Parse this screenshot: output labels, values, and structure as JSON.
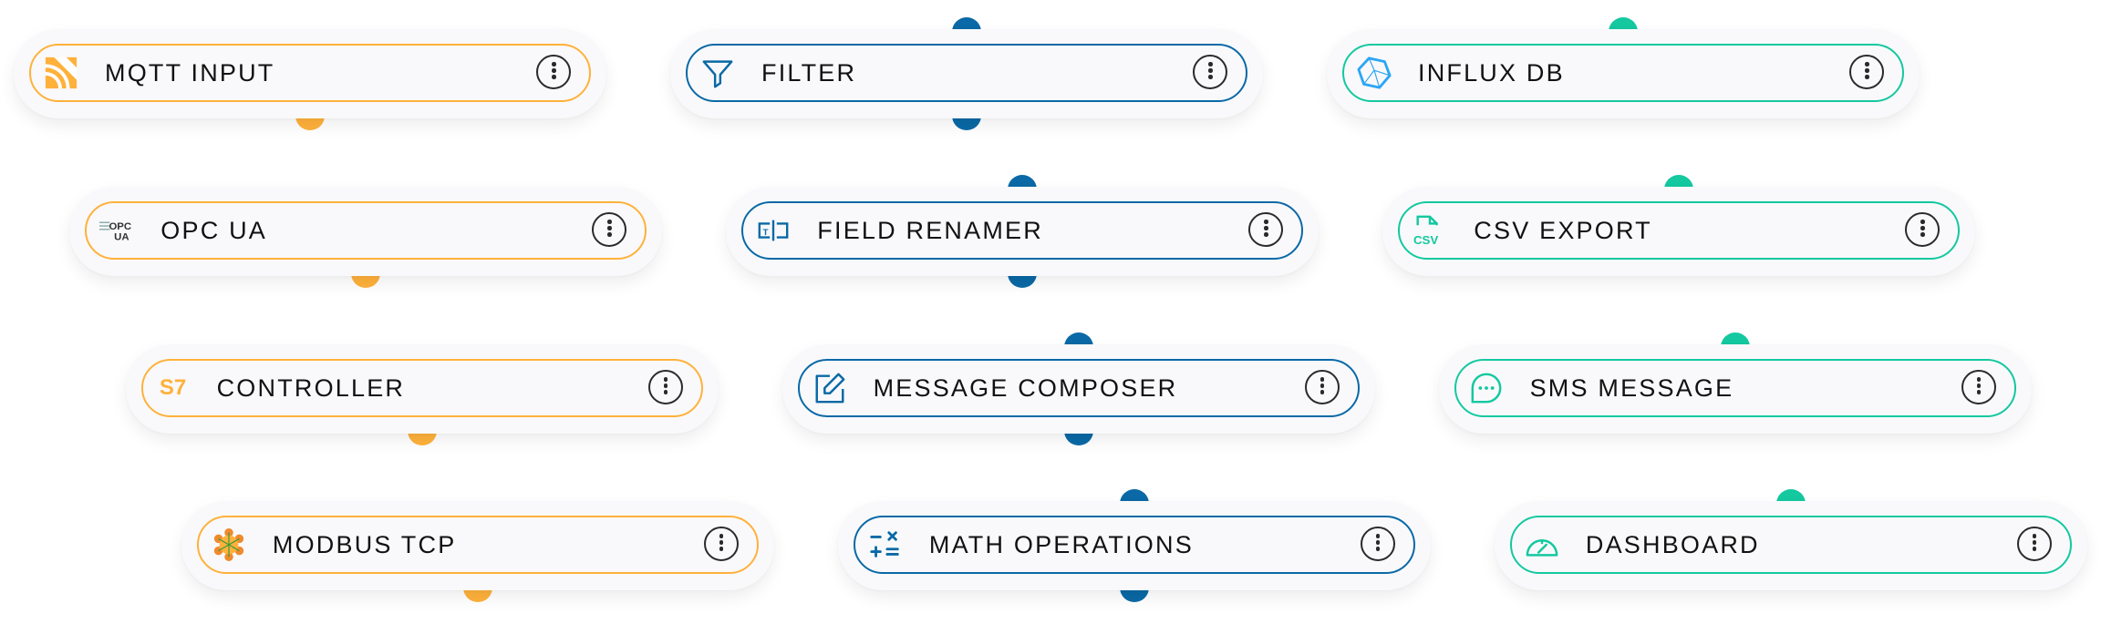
{
  "colors": {
    "input": "#ffb13b",
    "processor": "#0a69a6",
    "output": "#14c8a0"
  },
  "columns": [
    {
      "group": "input",
      "nodes": [
        {
          "label": "MQTT INPUT",
          "icon": "mqtt-icon"
        },
        {
          "label": "OPC UA",
          "icon": "opc-ua-icon",
          "icon_text": "OPC UA"
        },
        {
          "label": "CONTROLLER",
          "icon": "s7-icon",
          "icon_text": "S7"
        },
        {
          "label": "MODBUS TCP",
          "icon": "modbus-icon"
        }
      ]
    },
    {
      "group": "proc",
      "nodes": [
        {
          "label": "FILTER",
          "icon": "filter-icon"
        },
        {
          "label": "FIELD RENAMER",
          "icon": "field-rename-icon"
        },
        {
          "label": "MESSAGE COMPOSER",
          "icon": "edit-icon"
        },
        {
          "label": "MATH OPERATIONS",
          "icon": "math-icon"
        }
      ]
    },
    {
      "group": "out",
      "nodes": [
        {
          "label": "INFLUX DB",
          "icon": "influxdb-icon"
        },
        {
          "label": "CSV EXPORT",
          "icon": "csv-file-icon",
          "icon_text": "CSV"
        },
        {
          "label": "SMS MESSAGE",
          "icon": "chat-bubble-icon"
        },
        {
          "label": "DASHBOARD",
          "icon": "gauge-icon"
        }
      ]
    }
  ]
}
